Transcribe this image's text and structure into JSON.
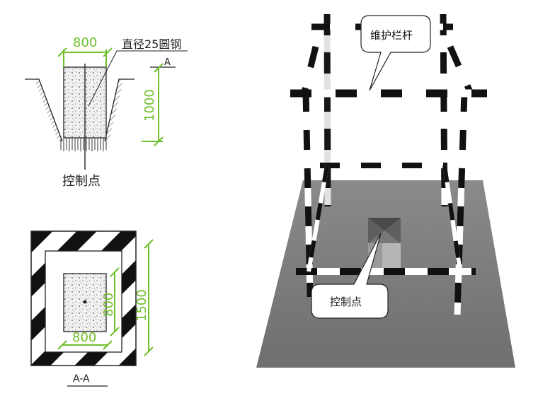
{
  "section_detail": {
    "width_label": "800",
    "rod_label": "直径25圆钢",
    "section_mark": "A",
    "depth_label": "1000",
    "control_point_label": "控制点"
  },
  "plan_detail": {
    "outer_width_label": "1500",
    "inner_height_label": "800",
    "inner_width_label": "800",
    "section_title": "A-A"
  },
  "perspective": {
    "railing_callout": "维护栏杆",
    "control_point_callout": "控制点"
  },
  "colors": {
    "dimension": "#6fbf2a",
    "stripe_dark": "#111111",
    "ground": "#7c7c7c"
  }
}
